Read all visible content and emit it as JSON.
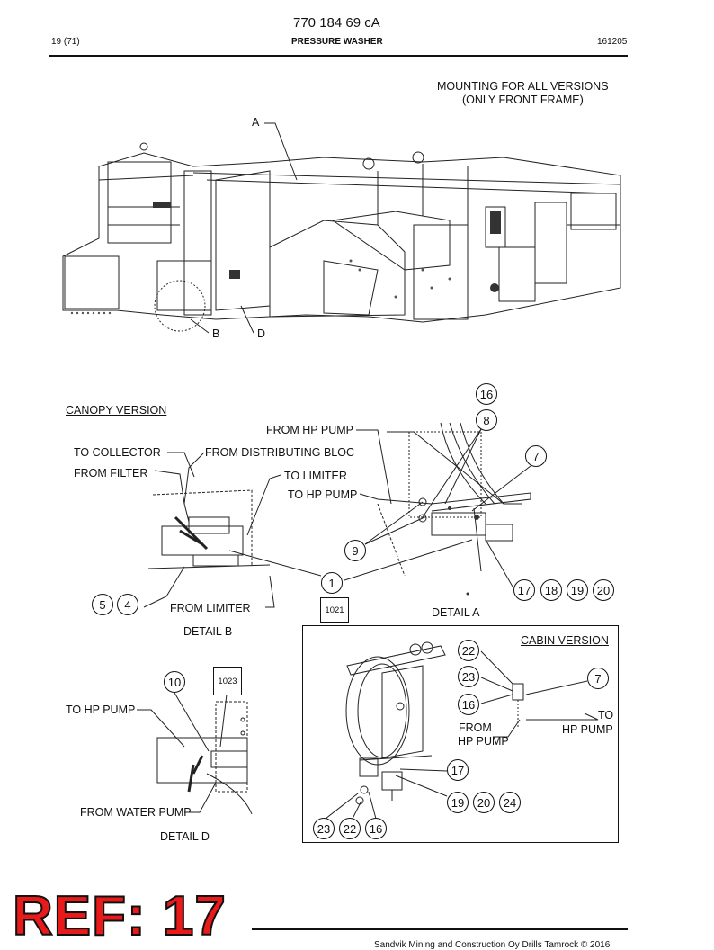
{
  "header": {
    "doc_number": "770 184 69 cA",
    "page": "19 (71)",
    "section": "PRESSURE WASHER",
    "date_code": "161205"
  },
  "top_view": {
    "title_line1": "MOUNTING FOR ALL VERSIONS",
    "title_line2": "(ONLY FRONT FRAME)",
    "label_a": "A",
    "label_b": "B",
    "label_d": "D"
  },
  "canopy": {
    "title": "CANOPY VERSION",
    "from_hp_pump": "FROM HP PUMP",
    "to_collector": "TO COLLECTOR",
    "from_distributing": "FROM DISTRIBUTING BLOC",
    "from_filter": "FROM FILTER",
    "to_limiter": "TO LIMITER",
    "to_hp_pump": "TO HP PUMP",
    "from_limiter": "FROM LIMITER",
    "detail_b": "DETAIL B",
    "detail_a": "DETAIL A",
    "ref_box": "1021",
    "callouts": {
      "c16": "16",
      "c8": "8",
      "c7": "7",
      "c9": "9",
      "c1": "1",
      "c5": "5",
      "c4": "4",
      "c17": "17",
      "c18": "18",
      "c19": "19",
      "c20": "20"
    }
  },
  "detail_d": {
    "to_hp_pump": "TO HP PUMP",
    "from_water_pump": "FROM WATER PUMP",
    "title": "DETAIL D",
    "ref_box": "1023",
    "callout_10": "10"
  },
  "cabin": {
    "title": "CABIN VERSION",
    "from_line1": "FROM",
    "from_line2": "HP PUMP",
    "to_line1": "TO",
    "to_line2": "HP PUMP",
    "callouts": {
      "c22a": "22",
      "c23a": "23",
      "c16a": "16",
      "c7": "7",
      "c17": "17",
      "c19": "19",
      "c20": "20",
      "c24": "24",
      "c23b": "23",
      "c22b": "22",
      "c16b": "16"
    }
  },
  "footer": {
    "stamp": "REF: 17",
    "company": "Sandvik Mining and Construction Oy Drills Tamrock © 2016"
  }
}
